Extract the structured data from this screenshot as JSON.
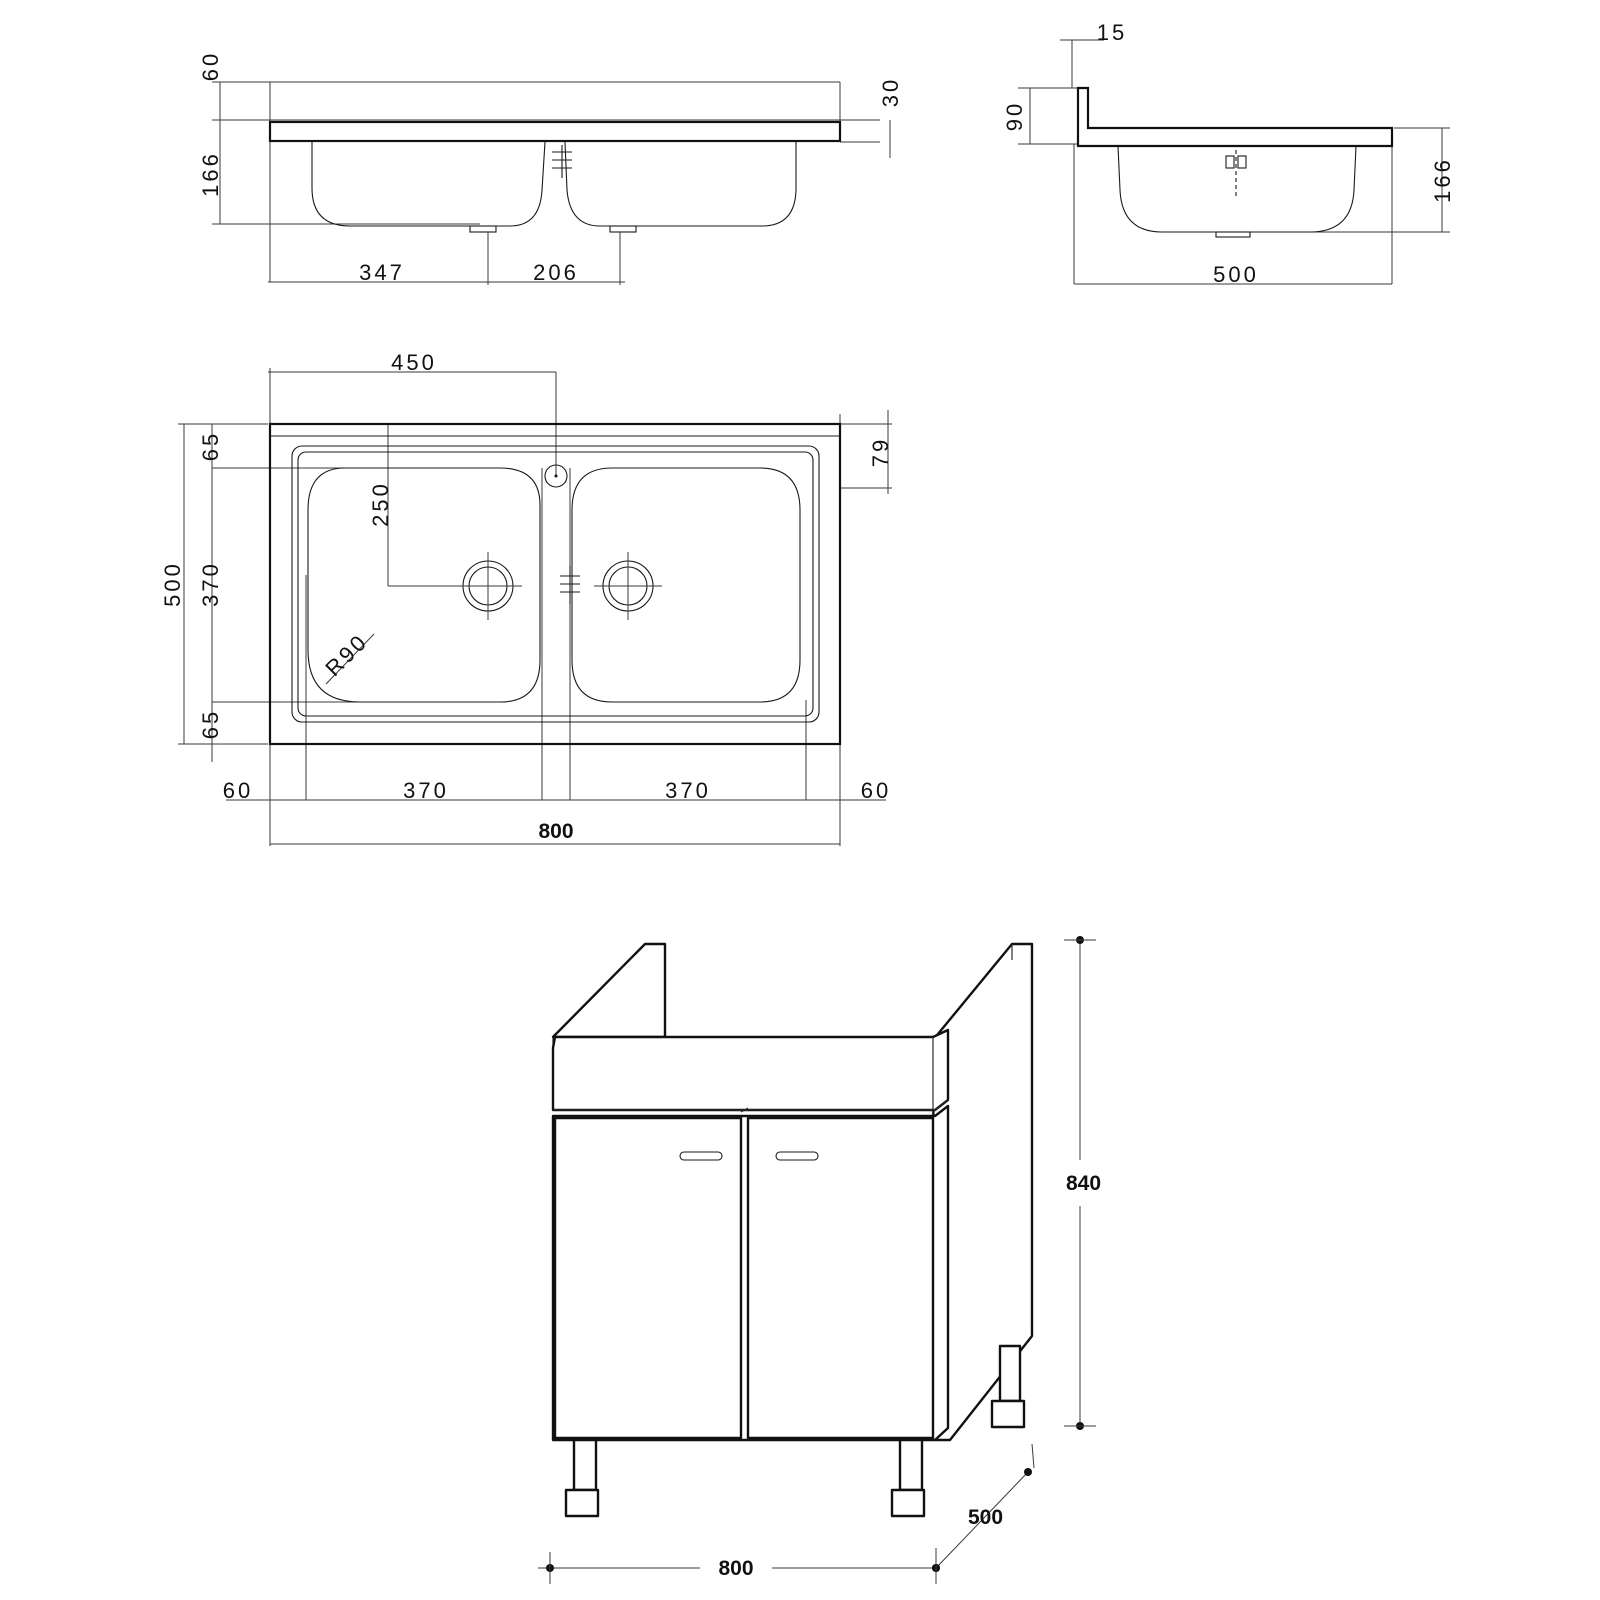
{
  "front_view": {
    "top_height": "60",
    "flange": "30",
    "bowl_depth": "166",
    "left_drain_offset": "347",
    "drain_spacing": "206"
  },
  "side_view": {
    "backsplash_thickness": "15",
    "backsplash_height": "90",
    "bowl_depth": "166",
    "depth": "500"
  },
  "plan_view": {
    "tap_hole_offset": "450",
    "back_margin": "65",
    "tap_hole_depth": "79",
    "drain_depth": "250",
    "overall_depth": "500",
    "bowl_length": "370",
    "front_margin": "65",
    "corner_radius": "R90",
    "left_margin": "60",
    "bowl_width_left": "370",
    "bowl_width_right": "370",
    "right_margin": "60",
    "overall_width": "800"
  },
  "cabinet": {
    "height": "840",
    "depth": "500",
    "width": "800"
  }
}
